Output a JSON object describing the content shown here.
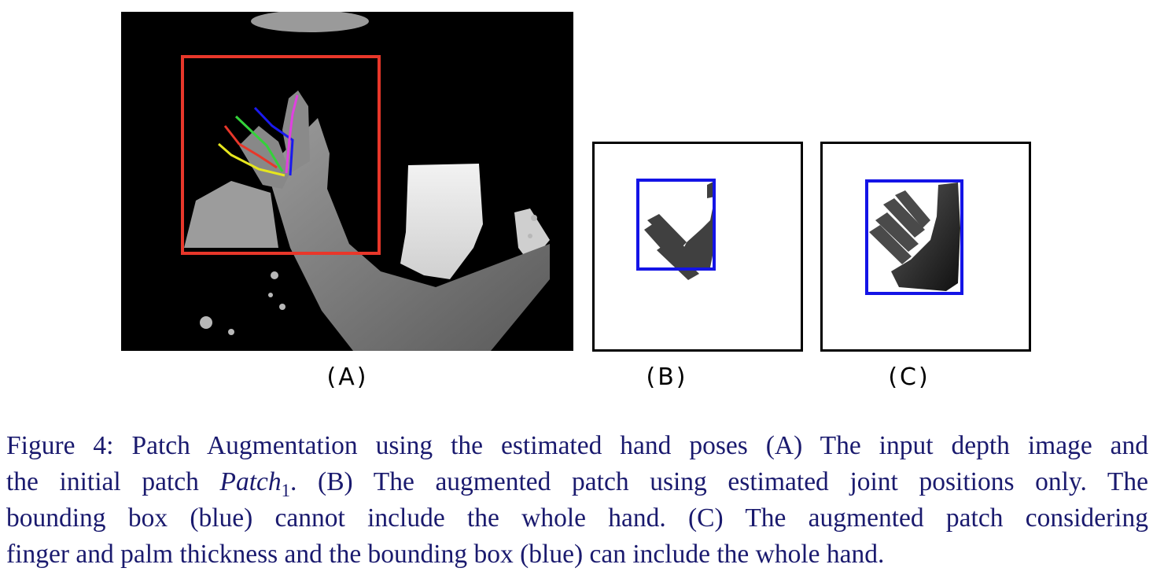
{
  "figure": {
    "panels": [
      {
        "id": "A",
        "label": "(A)"
      },
      {
        "id": "B",
        "label": "(B)"
      },
      {
        "id": "C",
        "label": "(C)"
      }
    ],
    "colors": {
      "initial_patch": "#e8372a",
      "bounding_box": "#1414e6",
      "panel_border": "#000000",
      "caption_text": "#1a1a6e"
    },
    "joint_line_colors": [
      "#e6e61e",
      "#e8372a",
      "#34d23a",
      "#1a1aee",
      "#e040e0"
    ]
  },
  "caption": {
    "figure_ref": "Figure 4:",
    "part1": "Patch Augmentation using the estimated hand poses (A) The input depth image and",
    "part2_pre": "the initial patch ",
    "patch_symbol": "Patch",
    "patch_subscript": "1",
    "part2_post": ". (B) The augmented patch using estimated joint positions only. The",
    "part3": "bounding box (blue) cannot include the whole hand. (C) The augmented patch considering",
    "part4": "finger and palm thickness and the bounding box (blue) can include the whole hand."
  }
}
